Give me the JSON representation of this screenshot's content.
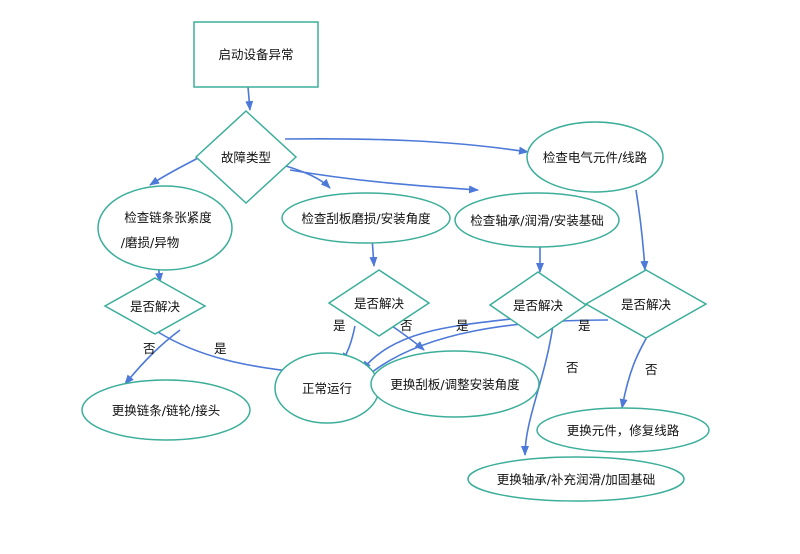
{
  "colors": {
    "node_border": "#3cae9a",
    "edge": "#4d79d8",
    "text": "#111111",
    "background": "#ffffff"
  },
  "nodes": {
    "start": {
      "lines": [
        "启动设备异常"
      ]
    },
    "fault_type": {
      "lines": [
        "故障类型"
      ]
    },
    "check_electrical": {
      "lines": [
        "检查电气元件/线路"
      ]
    },
    "check_chain": {
      "lines": [
        "检查链条张紧度",
        "/磨损/异物"
      ]
    },
    "check_scraper": {
      "lines": [
        "检查刮板磨损/安装角度"
      ]
    },
    "check_bearing": {
      "lines": [
        "检查轴承/润滑/安装基础"
      ]
    },
    "decision_chain": {
      "lines": [
        "是否解决"
      ]
    },
    "decision_scraper": {
      "lines": [
        "是否解决"
      ]
    },
    "decision_bearing": {
      "lines": [
        "是否解决"
      ]
    },
    "decision_electrical": {
      "lines": [
        "是否解决"
      ]
    },
    "normal_run": {
      "lines": [
        "正常运行"
      ]
    },
    "replace_chain": {
      "lines": [
        "更换链条/链轮/接头"
      ]
    },
    "replace_scraper": {
      "lines": [
        "更换刮板/调整安装角度"
      ]
    },
    "replace_component": {
      "lines": [
        "更换元件，修复线路"
      ]
    },
    "replace_bearing": {
      "lines": [
        "更换轴承/补充润滑/加固基础"
      ]
    }
  },
  "edge_labels": {
    "chain_no": "否",
    "chain_yes": "是",
    "scraper_yes": "是",
    "scraper_no": "否",
    "bearing_yes": "是",
    "bearing_no": "否",
    "electrical_yes": "是",
    "electrical_no": "否"
  }
}
